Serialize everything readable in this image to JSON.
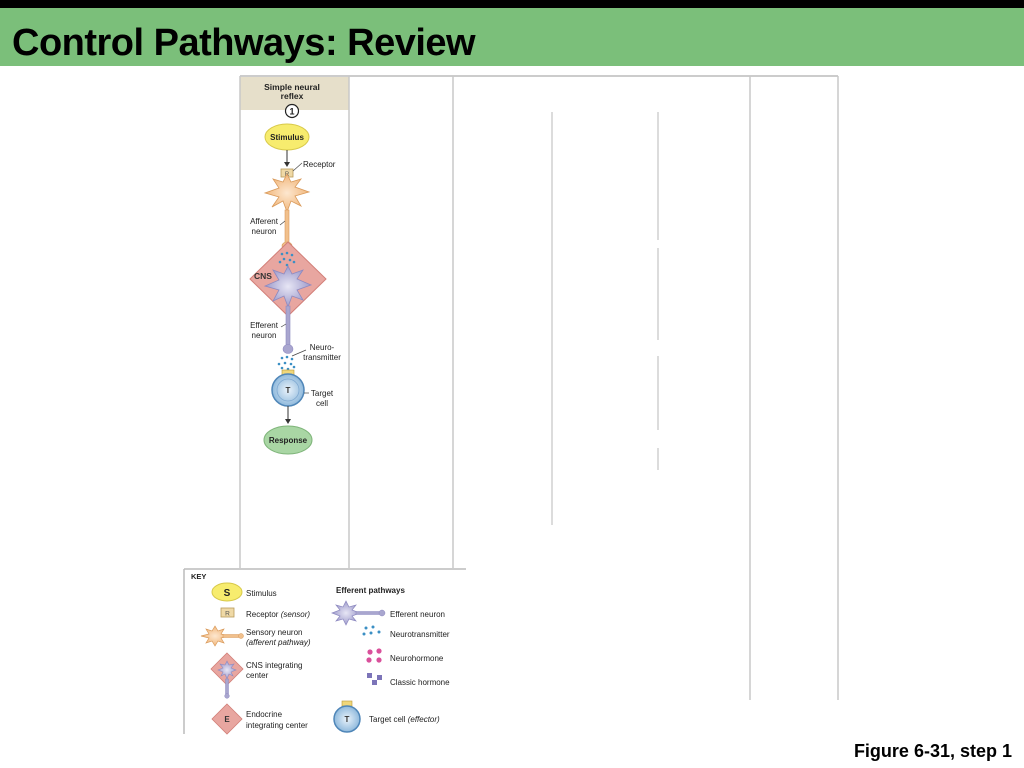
{
  "slide": {
    "title": "Control Pathways: Review",
    "caption": "Figure 6-31, step 1"
  },
  "diagram": {
    "column_header": [
      "Simple neural",
      "reflex"
    ],
    "step_number": "1",
    "stimulus": "Stimulus",
    "receptor": "Receptor",
    "receptor_letter": "R",
    "afferent": [
      "Afferent",
      "neuron"
    ],
    "cns": "CNS",
    "efferent": [
      "Efferent",
      "neuron"
    ],
    "neurotransmitter": [
      "Neuro-",
      "transmitter"
    ],
    "target_letter": "T",
    "target": [
      "Target",
      "cell"
    ],
    "response": "Response"
  },
  "key": {
    "title": "KEY",
    "stimulus_letter": "S",
    "stimulus": "Stimulus",
    "receptor_letter": "R",
    "receptor": "Receptor",
    "receptor_note": "(sensor)",
    "sensory_neuron": "Sensory neuron",
    "sensory_note": "(afferent pathway)",
    "cns_center": [
      "CNS integrating",
      "center"
    ],
    "endocrine_letter": "E",
    "endocrine_center": [
      "Endocrine",
      "integrating center"
    ],
    "efferent_title": "Efferent pathways",
    "efferent_neuron": "Efferent neuron",
    "neurotransmitter": "Neurotransmitter",
    "neurohormone": "Neurohormone",
    "classic_hormone": "Classic hormone",
    "target_letter": "T",
    "target_cell": "Target cell",
    "target_note": "(effector)"
  },
  "colors": {
    "header_green": "#7bbf7a",
    "stimulus_yellow": "#f7ec6e",
    "response_green": "#a9d6a4",
    "cns_pink": "#e8a6a0",
    "efferent_purple": "#a9a6cf",
    "sensory_tan": "#f4c48f",
    "neurotransmitter_blue": "#3b8fc4",
    "neurohormone_pink": "#d9509b",
    "classic_hormone_purple": "#7c74b8"
  }
}
